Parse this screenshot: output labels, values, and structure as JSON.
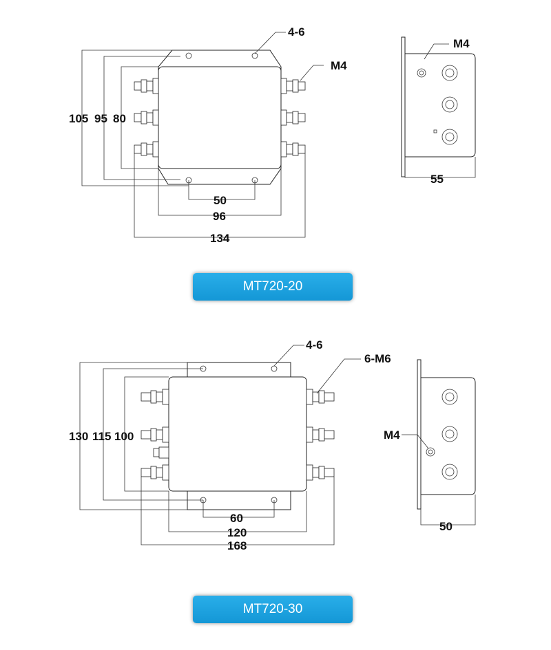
{
  "drawings": [
    {
      "model": "MT720-20",
      "labels": {
        "holes": "4-6",
        "screw": "M4",
        "h1": "105",
        "h2": "95",
        "h3": "80",
        "w_holes": "50",
        "w_body": "96",
        "w_total": "134",
        "side_screw": "M4",
        "side_depth": "55"
      }
    },
    {
      "model": "MT720-30",
      "labels": {
        "holes": "4-6",
        "screw": "6-M6",
        "h1": "130",
        "h2": "115",
        "h3": "100",
        "w_holes": "60",
        "w_body": "120",
        "w_total": "168",
        "side_screw": "M4",
        "side_depth": "50"
      }
    }
  ]
}
